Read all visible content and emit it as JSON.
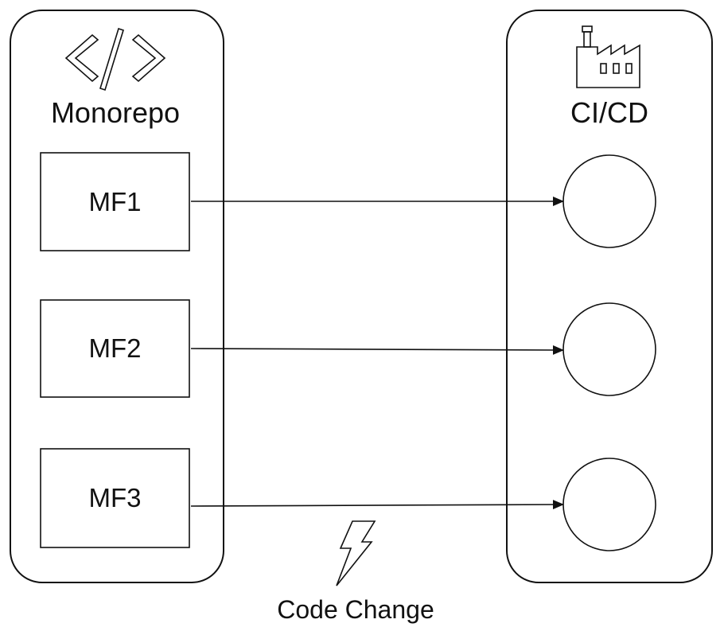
{
  "left_panel": {
    "title": "Monorepo",
    "icon": "code-brackets-icon"
  },
  "right_panel": {
    "title": "CI/CD",
    "icon": "factory-icon"
  },
  "modules": [
    {
      "label": "MF1"
    },
    {
      "label": "MF2"
    },
    {
      "label": "MF3"
    }
  ],
  "pipelines": [
    {
      "icon": "circle"
    },
    {
      "icon": "circle"
    },
    {
      "icon": "circle"
    }
  ],
  "trigger": {
    "label": "Code Change",
    "icon": "lightning-bolt-icon"
  },
  "colors": {
    "stroke": "#111111",
    "background": "#ffffff"
  }
}
